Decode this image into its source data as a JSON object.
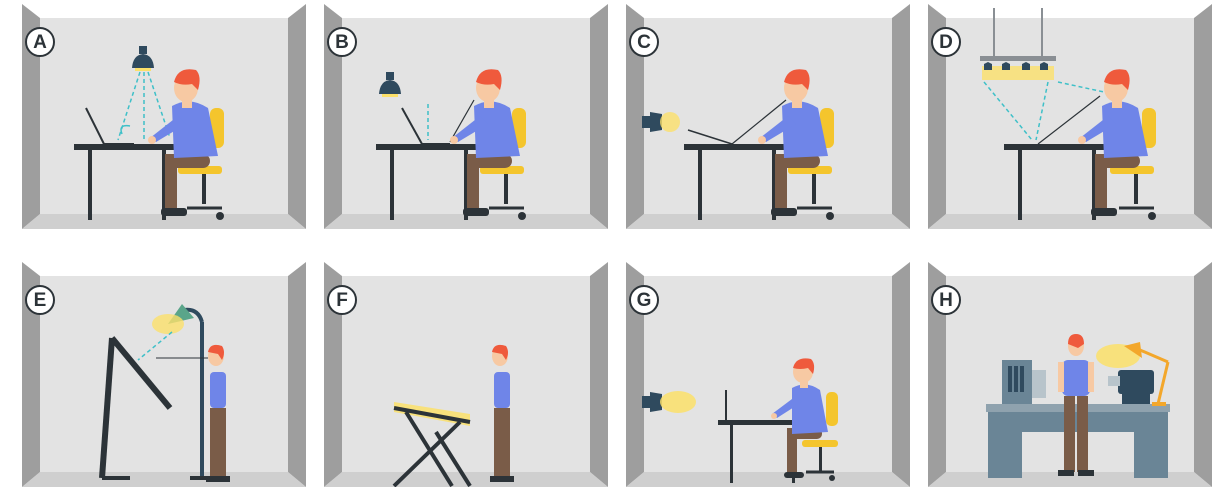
{
  "panels": [
    {
      "label": "A"
    },
    {
      "label": "B"
    },
    {
      "label": "C"
    },
    {
      "label": "D"
    },
    {
      "label": "E"
    },
    {
      "label": "F"
    },
    {
      "label": "G"
    },
    {
      "label": "H"
    }
  ],
  "colors": {
    "wall": "#e3e3e3",
    "side_wall": "#9e9e9e",
    "floor": "#cfcfcf",
    "desk": "#2c3338",
    "skin": "#f7c9a3",
    "hair": "#ef5a3c",
    "shirt": "#6f85e8",
    "pants": "#7a5c48",
    "chair": "#f4c52d",
    "lamp_dark": "#2f4a5e",
    "lamp_green": "#5aa58a",
    "light": "#fbe06a",
    "ray": "#3ec0c8",
    "workbench": "#6a8596",
    "task_lamp": "#f3a72b"
  }
}
